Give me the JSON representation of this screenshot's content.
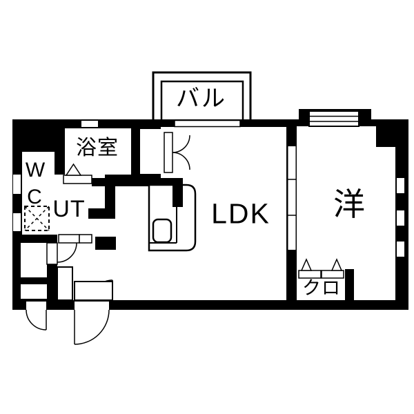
{
  "floorplan": {
    "title": "1LDK apartment floor plan",
    "colors": {
      "wall": "#000000",
      "floor": "#ffffff",
      "line": "#000000"
    },
    "rooms": {
      "balcony": {
        "label": "バル"
      },
      "bathroom": {
        "label": "浴室"
      },
      "toilet": {
        "line1": "W",
        "line2": "C"
      },
      "utility": {
        "label": "UT"
      },
      "ldk": {
        "label": "LDK"
      },
      "western_room": {
        "label": "洋"
      },
      "closet": {
        "label": "クロ"
      }
    },
    "symbols": {
      "washing_machine": "dashed-square-with-x",
      "kitchen": "counter-with-sink",
      "doors": [
        "entrance-swing",
        "service-swing",
        "hall-swing",
        "utility-swing",
        "double-swing",
        "bath-folding",
        "closet-folding"
      ],
      "windows": [
        "balcony-sliding",
        "western-top-sliding",
        "left-wall-slits",
        "right-wall-slits"
      ]
    }
  }
}
